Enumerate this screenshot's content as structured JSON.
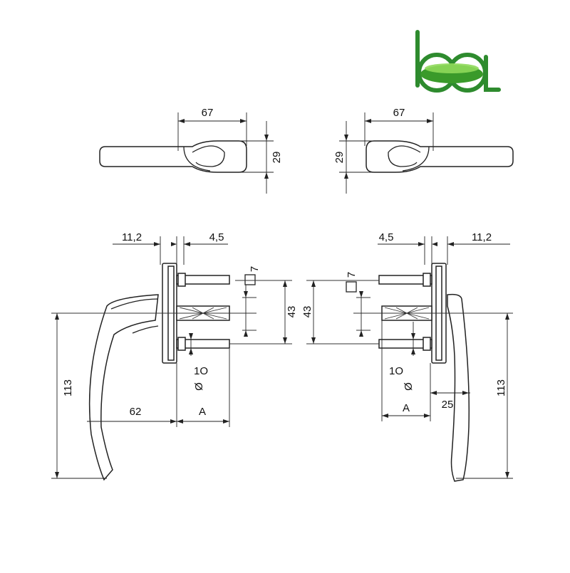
{
  "logo": {
    "text": "bal",
    "colors": {
      "green_dark": "#1f7a1f",
      "green_light": "#7ccd4c",
      "green_mid": "#3a9a2a",
      "white": "#ffffff"
    }
  },
  "top_views": {
    "left": {
      "width": "67",
      "height": "29"
    },
    "right": {
      "width": "67",
      "height": "29"
    }
  },
  "side_views": {
    "left": {
      "rose_offset": "11,2",
      "plate_thickness": "4,5",
      "square_spindle": "7",
      "screw_spacing": "43",
      "screw_diameter_value": "1O",
      "screw_diameter_symbol": "Ø",
      "handle_length": "113",
      "handle_reach": "62",
      "spindle_length": "A"
    },
    "right": {
      "rose_offset": "11,2",
      "plate_thickness": "4,5",
      "square_spindle": "7",
      "screw_spacing": "43",
      "screw_diameter_value": "1O",
      "screw_diameter_symbol": "Ø",
      "handle_length": "113",
      "offset": "25",
      "spindle_length": "A"
    }
  },
  "colors": {
    "line": "#222222",
    "background": "#ffffff"
  }
}
